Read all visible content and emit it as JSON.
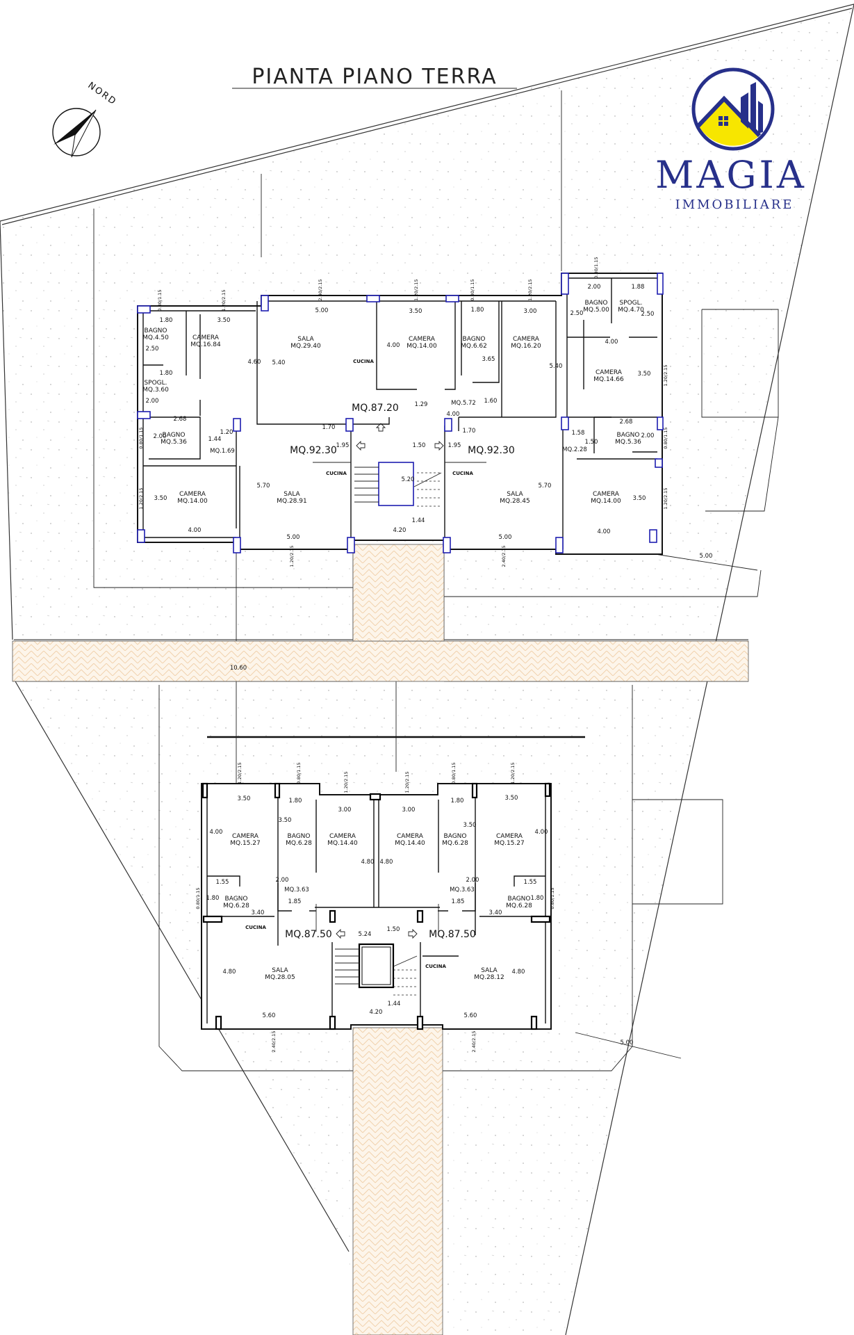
{
  "title": "PIANTA PIANO TERRA",
  "compass": {
    "label": "NORD",
    "icon": "north-arrow-icon"
  },
  "logo": {
    "name": "MAGIA",
    "subtitle": "IMMOBILIARE",
    "colors": {
      "navy": "#27308a",
      "yellow": "#f7e600"
    }
  },
  "colors": {
    "paving": "#f3dcc0",
    "columns": "#1d1db0"
  },
  "top_building": {
    "rooms": [
      {
        "name": "BAGNO",
        "area": "MQ.4.50"
      },
      {
        "name": "CAMERA",
        "area": "MQ.16.84"
      },
      {
        "name": "SPOGL.",
        "area": "MQ.3.60"
      },
      {
        "name": "BAGNO",
        "area": "MQ.5.36"
      },
      {
        "name": "CAMERA",
        "area": "MQ.14.00"
      },
      {
        "name": "SALA",
        "area": "MQ.28.91"
      },
      {
        "name": "SALA",
        "area": "MQ.29.40"
      },
      {
        "name": "CAMERA",
        "area": "MQ.14.00"
      },
      {
        "name": "BAGNO",
        "area": "MQ.6.62"
      },
      {
        "name": "CAMERA",
        "area": "MQ.16.20"
      },
      {
        "name": "BAGNO",
        "area": "MQ.5.00"
      },
      {
        "name": "SPOGL.",
        "area": "MQ.4.70"
      },
      {
        "name": "CAMERA",
        "area": "MQ.14.66"
      },
      {
        "name": "BAGNO",
        "area": "MQ.5.36"
      },
      {
        "name": "SALA",
        "area": "MQ.28.45"
      },
      {
        "name": "CAMERA",
        "area": "MQ.14.00"
      }
    ],
    "small_areas": [
      "MQ.1.69",
      "MQ.5.72",
      "MQ.2.28"
    ],
    "unit_areas": [
      "MQ.87.20",
      "MQ.92.30",
      "MQ.92.30"
    ],
    "kitchens": [
      "CUCINA",
      "CUCINA",
      "CUCINA"
    ],
    "dims": [
      "1.80",
      "3.50",
      "2.50",
      "1.80",
      "2.00",
      "4.60",
      "5.40",
      "5.00",
      "3.50",
      "1.80",
      "4.00",
      "2.68",
      "2.00",
      "1.20",
      "1.44",
      "1.70",
      "1.95",
      "1.29",
      "4.00",
      "1.50",
      "1.95",
      "5.20",
      "1.44",
      "4.20",
      "5.70",
      "3.50",
      "4.00",
      "5.00",
      "3.00",
      "3.65",
      "5.40",
      "1.60",
      "1.70",
      "2.00",
      "1.88",
      "2.50",
      "2.50",
      "4.00",
      "3.50",
      "1.58",
      "1.50",
      "2.68",
      "2.00",
      "5.70",
      "3.50",
      "4.00",
      "5.00",
      "5.00"
    ],
    "windows": [
      "0.80/1.15",
      "1.20/2.15",
      "2.40/2.15",
      "1.20/2.15",
      "0.80/1.15",
      "1.20/2.15",
      "0.80/1.15",
      "1.20/2.15",
      "0.80/1.15",
      "1.20/2.15",
      "1.20/2.15",
      "0.80/1.15",
      "1.20/2.15",
      "2.40/2.15"
    ]
  },
  "connector_dim": "10.60",
  "bottom_building": {
    "rooms": [
      {
        "name": "CAMERA",
        "area": "MQ.15.27"
      },
      {
        "name": "BAGNO",
        "area": "MQ.6.28"
      },
      {
        "name": "CAMERA",
        "area": "MQ.14.40"
      },
      {
        "name": "CAMERA",
        "area": "MQ.14.40"
      },
      {
        "name": "BAGNO",
        "area": "MQ.6.28"
      },
      {
        "name": "CAMERA",
        "area": "MQ.15.27"
      },
      {
        "name": "BAGNO",
        "area": "MQ.6.28"
      },
      {
        "name": "BAGNO",
        "area": "MQ.6.28"
      },
      {
        "name": "SALA",
        "area": "MQ.28.05"
      },
      {
        "name": "SALA",
        "area": "MQ.28.12"
      }
    ],
    "small_areas": [
      "MQ.3.63",
      "MQ.3.63"
    ],
    "unit_areas": [
      "MQ.87.50",
      "MQ.87.50"
    ],
    "kitchens": [
      "CUCINA",
      "CUCINA"
    ],
    "dims": [
      "3.50",
      "1.80",
      "3.00",
      "3.00",
      "1.80",
      "3.50",
      "4.00",
      "3.50",
      "4.80",
      "4.80",
      "3.50",
      "4.00",
      "2.00",
      "2.00",
      "1.55",
      "1.55",
      "1.80",
      "1.80",
      "1.85",
      "1.85",
      "3.40",
      "3.40",
      "5.24",
      "1.50",
      "4.80",
      "4.80",
      "1.44",
      "4.20",
      "5.60",
      "5.60",
      "5.00"
    ],
    "windows": [
      "1.20/2.15",
      "0.80/1.15",
      "1.20/2.15",
      "1.20/2.15",
      "0.80/1.15",
      "1.20/2.15",
      "0.80/1.15",
      "0.80/1.15",
      "2.40/2.15",
      "2.40/2.15"
    ]
  }
}
